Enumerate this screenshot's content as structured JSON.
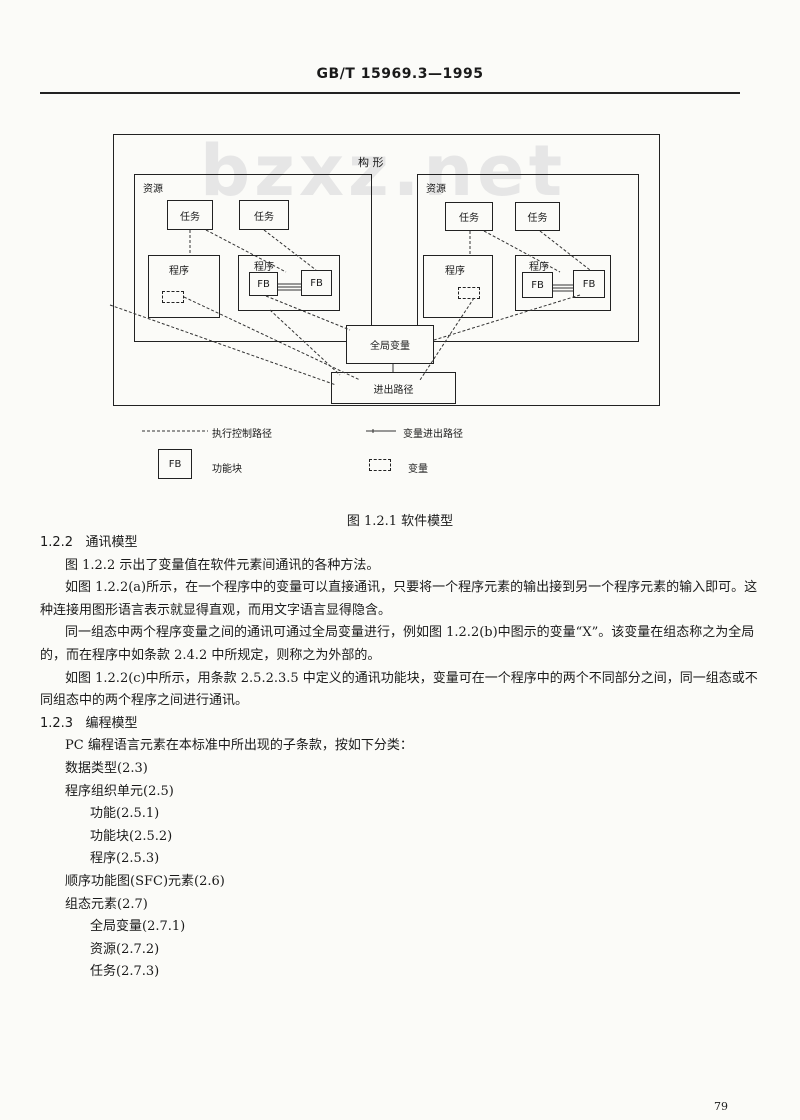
{
  "header": {
    "title": "GB/T 15969.3—1995"
  },
  "watermark": "bzxz.net",
  "figure": {
    "config_label": "构    形",
    "resource1": {
      "label": "资源",
      "task1": "任务",
      "task2": "任务",
      "program_a": "程序",
      "program_b": "程序",
      "fb1": "FB",
      "fb2": "FB"
    },
    "resource2": {
      "label": "资源",
      "task1": "任务",
      "task2": "任务",
      "program_a": "程序",
      "program_b": "程序",
      "fb1": "FB",
      "fb2": "FB"
    },
    "global_vars": "全局变量",
    "access_path": "进出路径",
    "legend": {
      "exec_path": "执行控制路径",
      "var_path": "变量进出路径",
      "fb_box": "FB",
      "fb_label": "功能块",
      "var_label": "变量"
    },
    "caption": "图 1.2.1   软件模型"
  },
  "content": {
    "s122_num": "1.2.2",
    "s122_title": "通讯模型",
    "p1": "图 1.2.2 示出了变量值在软件元素间通讯的各种方法。",
    "p2": "如图 1.2.2(a)所示，在一个程序中的变量可以直接通讯，只要将一个程序元素的输出接到另一个程序元素的输入即可。这种连接用图形语言表示就显得直观，而用文字语言显得隐含。",
    "p3": "同一组态中两个程序变量之间的通讯可通过全局变量进行，例如图 1.2.2(b)中图示的变量“X”。该变量在组态称之为全局的，而在程序中如条款 2.4.2 中所规定，则称之为外部的。",
    "p4": "如图 1.2.2(c)中所示，用条款 2.5.2.3.5 中定义的通讯功能块，变量可在一个程序中的两个不同部分之间，同一组态或不同组态中的两个程序之间进行通讯。",
    "s123_num": "1.2.3",
    "s123_title": "编程模型",
    "p5": "PC 编程语言元素在本标准中所出现的子条款，按如下分类：",
    "items": [
      {
        "text": "数据类型(2.3)",
        "level": 1
      },
      {
        "text": "程序组织单元(2.5)",
        "level": 1
      },
      {
        "text": "功能(2.5.1)",
        "level": 2
      },
      {
        "text": "功能块(2.5.2)",
        "level": 2
      },
      {
        "text": "程序(2.5.3)",
        "level": 2
      },
      {
        "text": "顺序功能图(SFC)元素(2.6)",
        "level": 1
      },
      {
        "text": "组态元素(2.7)",
        "level": 1
      },
      {
        "text": "全局变量(2.7.1)",
        "level": 2
      },
      {
        "text": "资源(2.7.2)",
        "level": 2
      },
      {
        "text": "任务(2.7.3)",
        "level": 2
      }
    ]
  },
  "page_number": "79"
}
